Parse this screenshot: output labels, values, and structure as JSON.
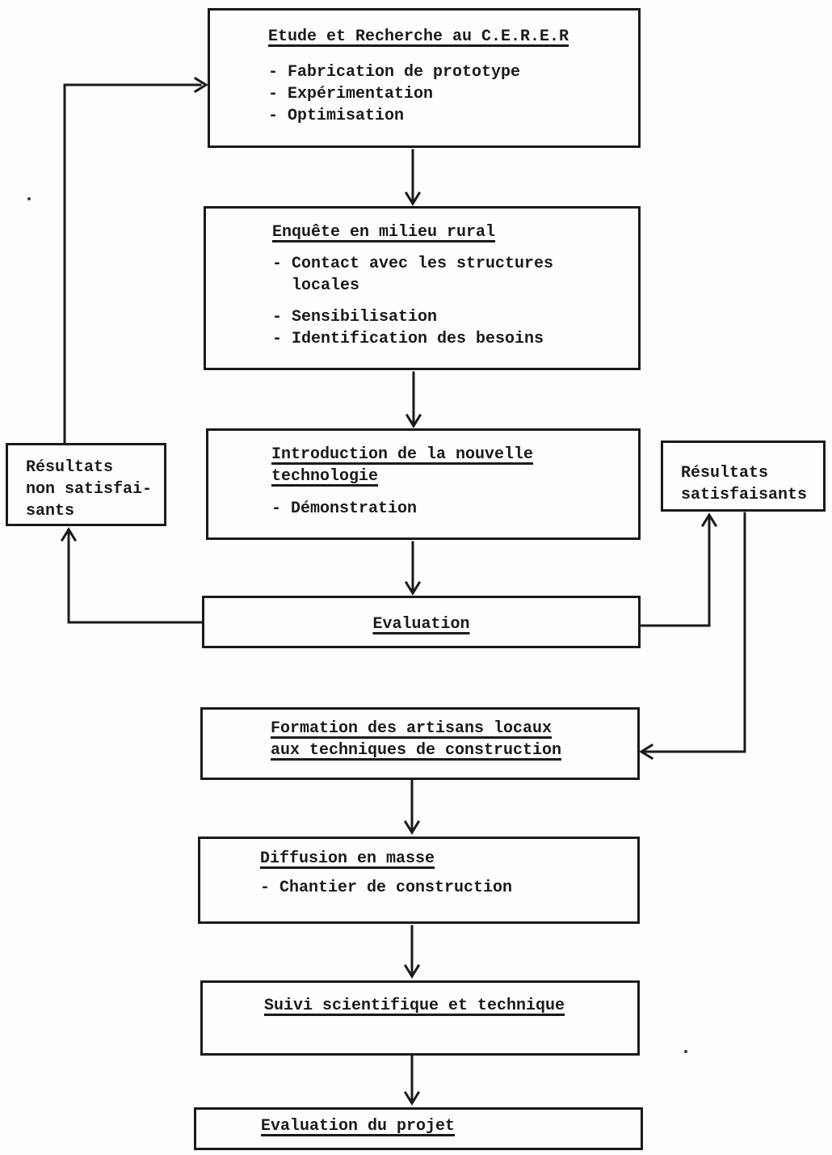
{
  "colors": {
    "ink": "#1a1a1a",
    "paper": "#fdfdfb"
  },
  "flowchart": {
    "nodes": [
      {
        "id": "etude",
        "title": "Etude et Recherche au C.E.R.E.R",
        "items": [
          "- Fabrication de prototype",
          "- Expérimentation",
          "- Optimisation"
        ]
      },
      {
        "id": "enquete",
        "title": "Enquête en milieu rural",
        "items": [
          "- Contact avec les structures\n  locales",
          "- Sensibilisation",
          "- Identification des besoins"
        ]
      },
      {
        "id": "introduction",
        "title": "Introduction de la nouvelle\ntechnologie",
        "items": [
          "- Démonstration"
        ]
      },
      {
        "id": "evaluation",
        "title": "Evaluation"
      },
      {
        "id": "resultats_non_satisfaisants",
        "label": "Résultats\nnon satisfai-\nsants"
      },
      {
        "id": "resultats_satisfaisants",
        "label": "Résultats\nsatisfaisants"
      },
      {
        "id": "formation",
        "title": "Formation des artisans locaux\naux techniques de construction"
      },
      {
        "id": "diffusion",
        "title": "Diffusion en masse",
        "items": [
          "- Chantier de construction"
        ]
      },
      {
        "id": "suivi",
        "title": "Suivi scientifique et technique"
      },
      {
        "id": "evaluation_projet",
        "title": "Evaluation du projet"
      }
    ],
    "edges": [
      {
        "from": "etude",
        "to": "enquete"
      },
      {
        "from": "enquete",
        "to": "introduction"
      },
      {
        "from": "introduction",
        "to": "evaluation"
      },
      {
        "from": "evaluation",
        "to": "resultats_non_satisfaisants"
      },
      {
        "from": "resultats_non_satisfaisants",
        "to": "etude"
      },
      {
        "from": "evaluation",
        "to": "resultats_satisfaisants"
      },
      {
        "from": "resultats_satisfaisants",
        "to": "formation"
      },
      {
        "from": "formation",
        "to": "diffusion"
      },
      {
        "from": "diffusion",
        "to": "suivi"
      },
      {
        "from": "suivi",
        "to": "evaluation_projet"
      }
    ]
  }
}
